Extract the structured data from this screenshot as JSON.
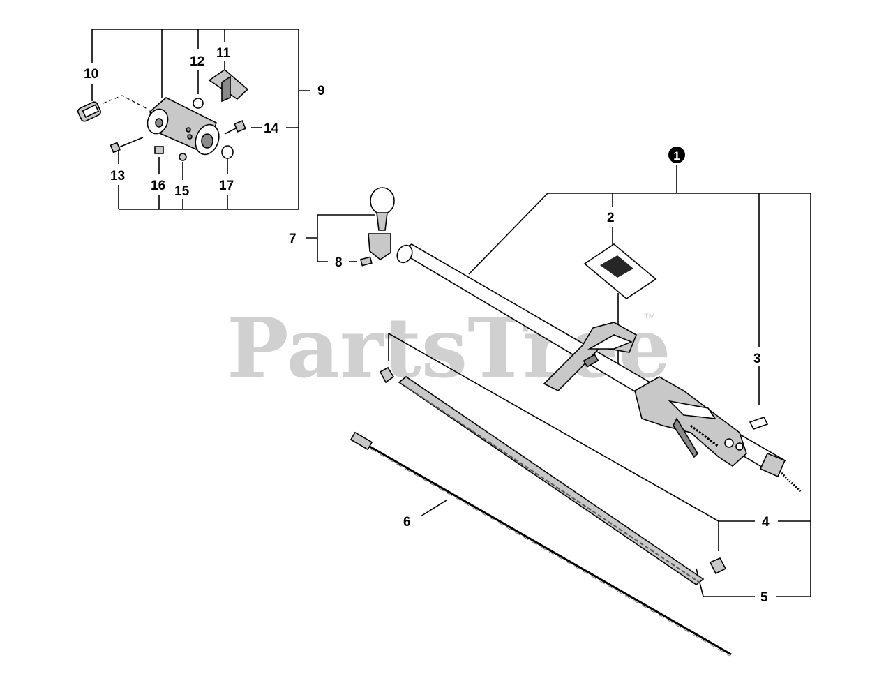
{
  "watermark": {
    "text": "PartsTree",
    "trademark": "™"
  },
  "assembly_callout": "1",
  "callouts": {
    "c2": "2",
    "c3": "3",
    "c4": "4",
    "c5": "5",
    "c6": "6",
    "c7": "7",
    "c8": "8",
    "c9": "9",
    "c10": "10",
    "c11": "11",
    "c12": "12",
    "c13": "13",
    "c14": "14",
    "c15": "15",
    "c16": "16",
    "c17": "17"
  },
  "colors": {
    "watermark": "#d0d0d0",
    "lines": "#000000",
    "background": "#ffffff"
  }
}
